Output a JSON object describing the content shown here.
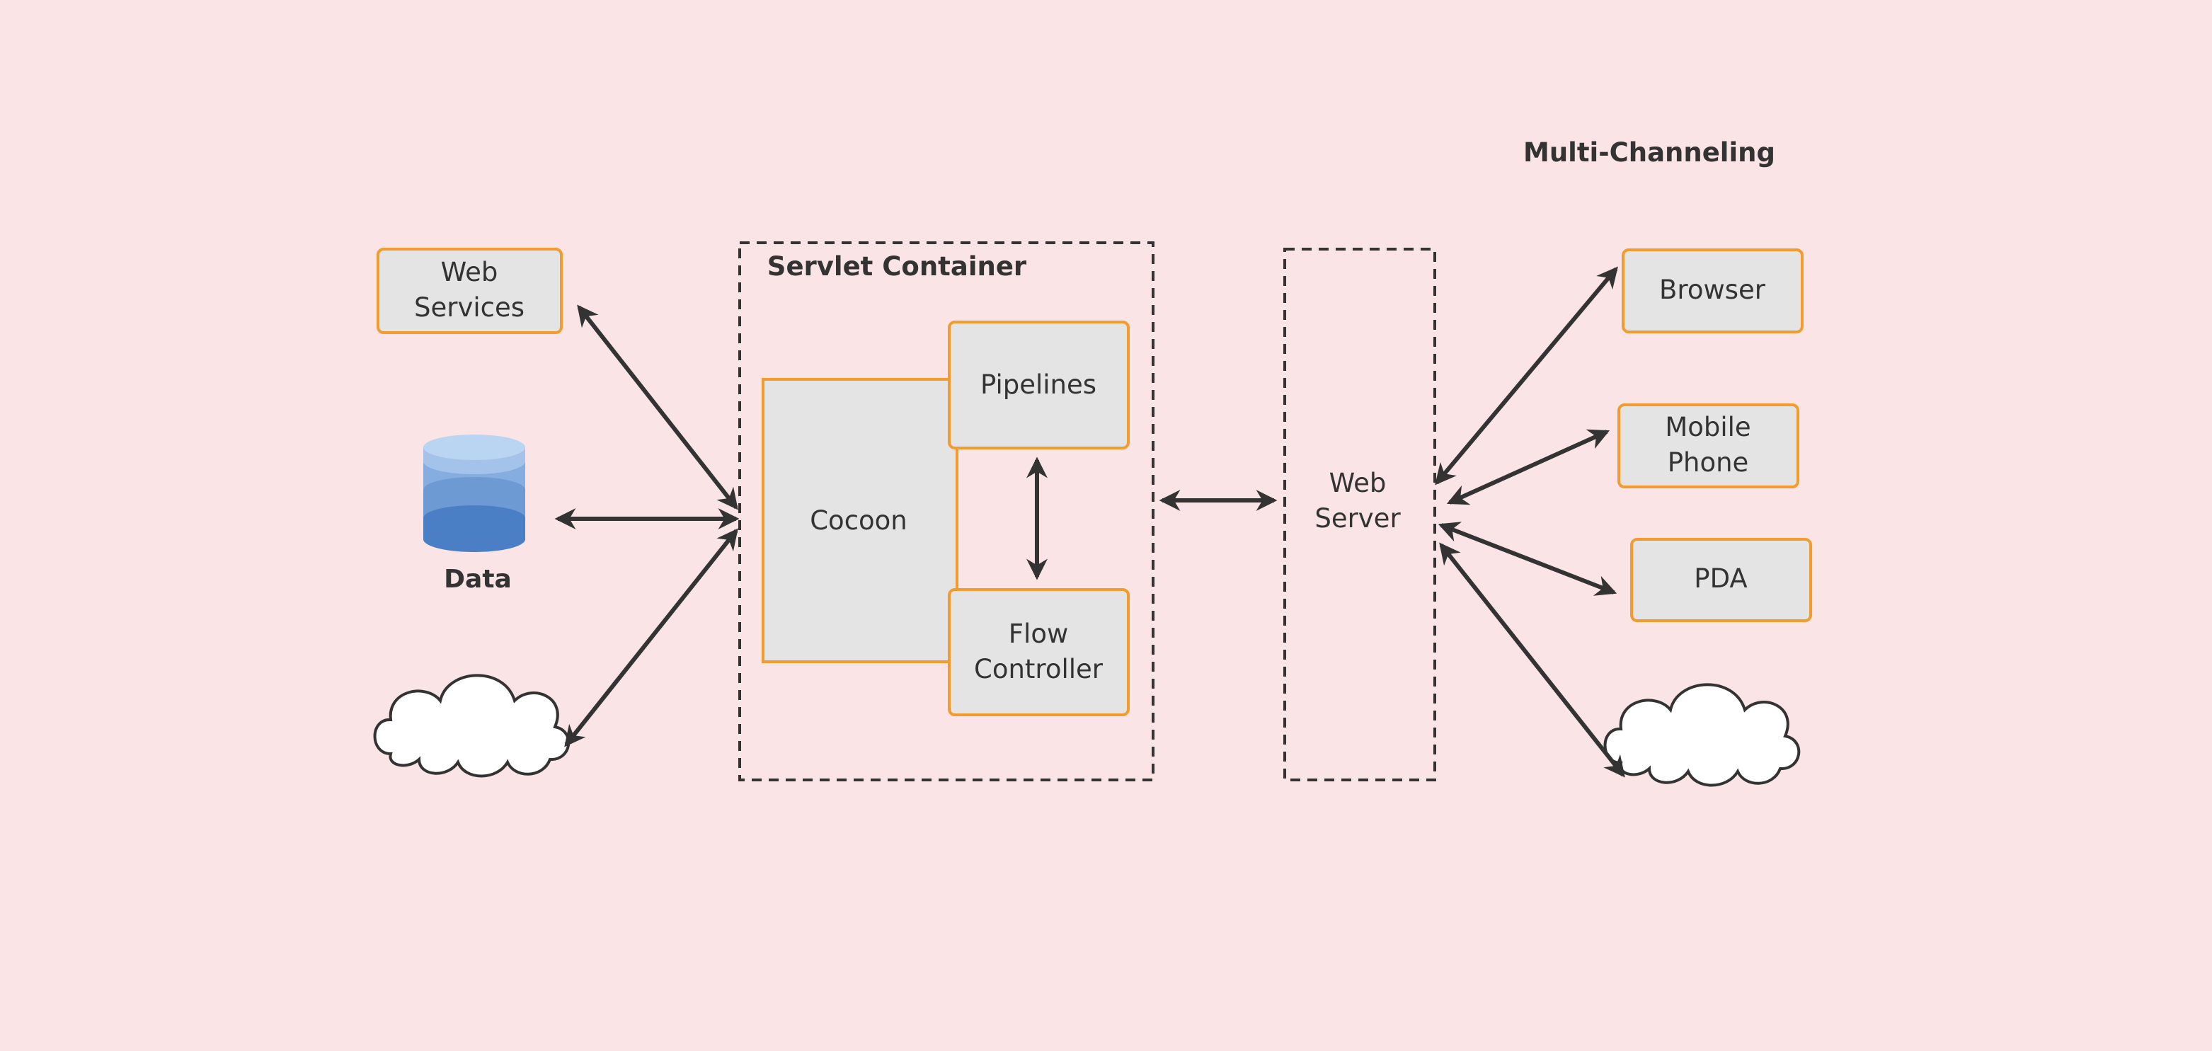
{
  "diagram": {
    "title": "Multi-Channeling",
    "servlet_container": {
      "label": "Servlet Container",
      "cocoon": "Cocoon",
      "pipelines": "Pipelines",
      "flow_controller": [
        "Flow",
        "Controller"
      ]
    },
    "web_server": [
      "Web",
      "Server"
    ],
    "sources": {
      "web_services": [
        "Web",
        "Services"
      ],
      "data": "Data"
    },
    "clients": {
      "browser": "Browser",
      "mobile_phone": [
        "Mobile",
        "Phone"
      ],
      "pda": "PDA"
    },
    "icons": {
      "database": "database-icon",
      "cloud": "cloud-icon"
    },
    "colors": {
      "background": "#fae4e6",
      "box_fill": "#e4e4e4",
      "box_border": "#f39c2d",
      "line": "#333333",
      "db_top": "#b9d5f2",
      "db_mid": "#7fa8da",
      "db_bottom": "#4a7fc6"
    }
  }
}
